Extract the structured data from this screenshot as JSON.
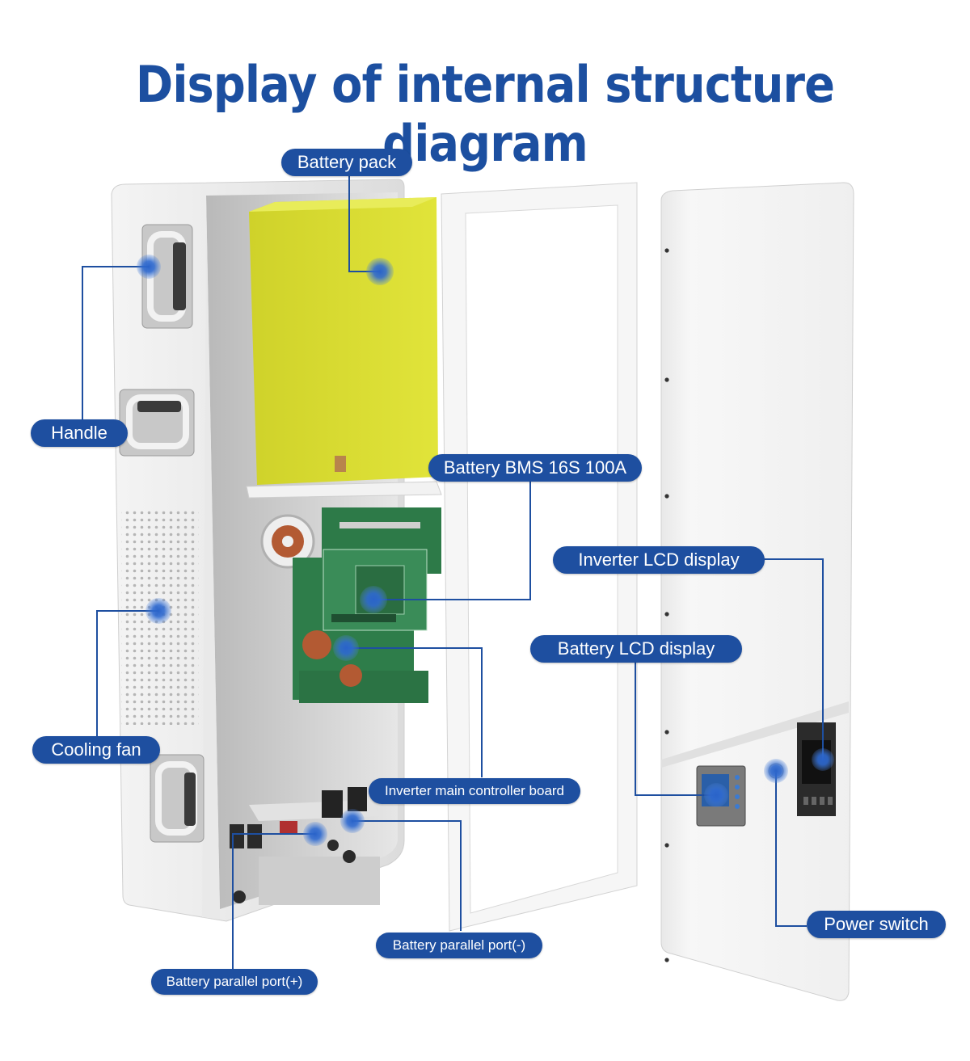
{
  "title": "Display of internal structure diagram",
  "colors": {
    "title": "#1c4fa0",
    "callout_bg": "#1e4fa0",
    "callout_text": "#ffffff",
    "leader_line": "#1e4fa0",
    "battery_pack": "#d8dc2e",
    "pcb": "#2e7d4a",
    "cabinet": "#eeeeee"
  },
  "callouts": {
    "battery_pack": "Battery pack",
    "handle": "Handle",
    "battery_bms": "Battery BMS 16S 100A",
    "inverter_lcd": "Inverter LCD display",
    "battery_lcd": "Battery LCD display",
    "cooling_fan": "Cooling fan",
    "inverter_board": "Inverter main controller board",
    "power_switch": "Power switch",
    "port_minus": "Battery parallel port(-)",
    "port_plus": "Battery parallel port(+)"
  }
}
